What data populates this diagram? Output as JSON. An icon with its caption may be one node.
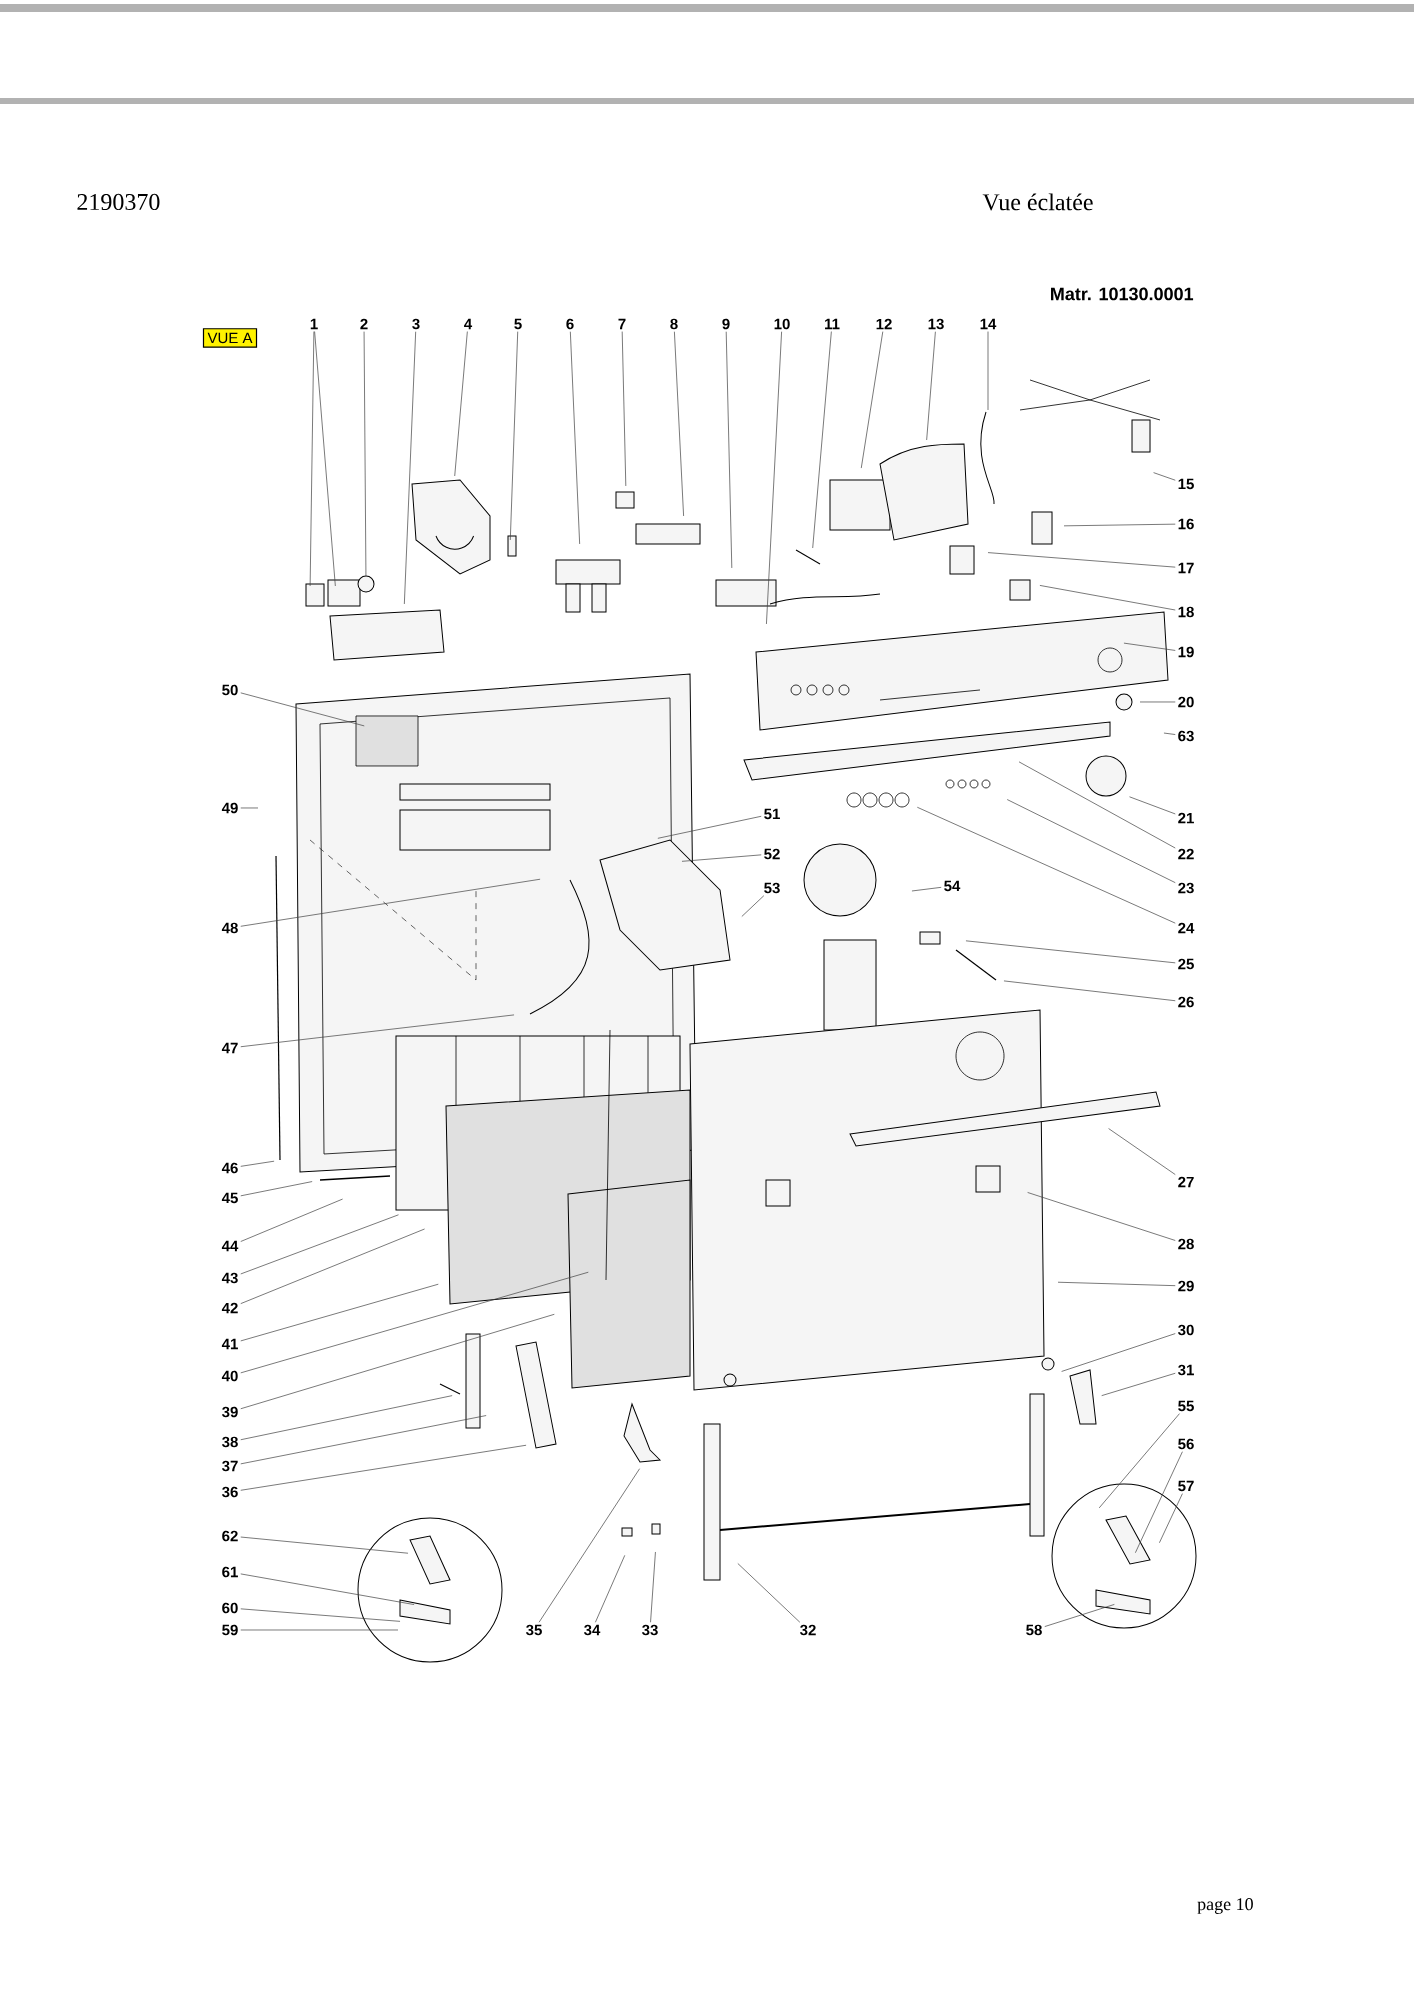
{
  "diagram": {
    "nodes": [
      {
        "text": [
          "VUE A"
        ]
      },
      {
        "text": [
          "1"
        ]
      },
      {
        "text": [
          "2"
        ]
      },
      {
        "text": [
          "3"
        ]
      },
      {
        "text": [
          "4"
        ]
      },
      {
        "text": [
          "5"
        ]
      },
      {
        "text": [
          "6"
        ]
      },
      {
        "text": [
          "7"
        ]
      },
      {
        "text": [
          "8"
        ]
      },
      {
        "text": [
          "9"
        ]
      },
      {
        "text": [
          "10"
        ]
      },
      {
        "text": [
          "11"
        ]
      },
      {
        "text": [
          "12"
        ]
      },
      {
        "text": [
          "13"
        ]
      },
      {
        "text": [
          "14"
        ]
      },
      {
        "text": [
          "15"
        ]
      },
      {
        "text": [
          "16"
        ]
      },
      {
        "text": [
          "17"
        ]
      },
      {
        "text": [
          "18"
        ]
      },
      {
        "text": [
          "19"
        ]
      },
      {
        "text": [
          "20"
        ]
      },
      {
        "text": [
          "21"
        ]
      },
      {
        "text": [
          "22"
        ]
      },
      {
        "text": [
          "23"
        ]
      },
      {
        "text": [
          "24"
        ]
      },
      {
        "text": [
          "25"
        ]
      },
      {
        "text": [
          "26"
        ]
      },
      {
        "text": [
          "27"
        ]
      },
      {
        "text": [
          "28"
        ]
      },
      {
        "text": [
          "29"
        ]
      },
      {
        "text": [
          "30"
        ]
      },
      {
        "text": [
          "31"
        ]
      },
      {
        "text": [
          "32"
        ]
      },
      {
        "text": [
          "33"
        ]
      },
      {
        "text": [
          "34"
        ]
      },
      {
        "text": [
          "35"
        ]
      },
      {
        "text": [
          "36"
        ]
      },
      {
        "text": [
          "37"
        ]
      },
      {
        "text": [
          "38"
        ]
      },
      {
        "text": [
          "39"
        ]
      },
      {
        "text": [
          "40"
        ]
      },
      {
        "text": [
          "41"
        ]
      },
      {
        "text": [
          "42"
        ]
      },
      {
        "text": [
          "43"
        ]
      },
      {
        "text": [
          "44"
        ]
      },
      {
        "text": [
          "45"
        ]
      },
      {
        "text": [
          "46"
        ]
      },
      {
        "text": [
          "47"
        ]
      },
      {
        "text": [
          "48"
        ]
      },
      {
        "text": [
          "49"
        ]
      },
      {
        "text": [
          "50"
        ]
      },
      {
        "text": [
          "51"
        ]
      },
      {
        "text": [
          "52"
        ]
      },
      {
        "text": [
          "53"
        ]
      },
      {
        "text": [
          "54"
        ]
      },
      {
        "text": [
          "55"
        ]
      },
      {
        "text": [
          "56"
        ]
      },
      {
        "text": [
          "57"
        ]
      },
      {
        "text": [
          "58"
        ]
      },
      {
        "text": [
          "59"
        ]
      },
      {
        "text": [
          "60"
        ]
      },
      {
        "text": [
          "61"
        ]
      },
      {
        "text": [
          "62"
        ]
      },
      {
        "text": [
          "63"
        ]
      }
    ],
    "edges": [
      {
        "from": 1,
        "to": null,
        "arrow": "none"
      },
      {
        "from": 1,
        "to": null,
        "arrow": "none"
      },
      {
        "from": 2,
        "to": null,
        "arrow": "none"
      },
      {
        "from": 3,
        "to": null,
        "arrow": "none"
      },
      {
        "from": 4,
        "to": null,
        "arrow": "none"
      },
      {
        "from": 5,
        "to": null,
        "arrow": "none"
      },
      {
        "from": 6,
        "to": null,
        "arrow": "none"
      },
      {
        "from": 7,
        "to": null,
        "arrow": "none"
      },
      {
        "from": 8,
        "to": null,
        "arrow": "none"
      },
      {
        "from": 9,
        "to": null,
        "arrow": "none"
      },
      {
        "from": 10,
        "to": null,
        "arrow": "none"
      },
      {
        "from": 11,
        "to": null,
        "arrow": "none"
      },
      {
        "from": 12,
        "to": null,
        "arrow": "none"
      },
      {
        "from": 13,
        "to": null,
        "arrow": "none"
      },
      {
        "from": 14,
        "to": null,
        "arrow": "none"
      },
      {
        "from": 15,
        "to": null,
        "arrow": "none"
      },
      {
        "from": 16,
        "to": null,
        "arrow": "none"
      },
      {
        "from": 17,
        "to": null,
        "arrow": "none"
      },
      {
        "from": 18,
        "to": null,
        "arrow": "none"
      },
      {
        "from": 19,
        "to": null,
        "arrow": "none"
      },
      {
        "from": 20,
        "to": null,
        "arrow": "none"
      },
      {
        "from": 21,
        "to": null,
        "arrow": "none"
      },
      {
        "from": 22,
        "to": null,
        "arrow": "none"
      },
      {
        "from": 23,
        "to": null,
        "arrow": "none"
      },
      {
        "from": 24,
        "to": null,
        "arrow": "none"
      },
      {
        "from": 25,
        "to": null,
        "arrow": "none"
      },
      {
        "from": 26,
        "to": null,
        "arrow": "none"
      },
      {
        "from": 27,
        "to": null,
        "arrow": "none"
      },
      {
        "from": 28,
        "to": null,
        "arrow": "none"
      },
      {
        "from": 29,
        "to": null,
        "arrow": "none"
      },
      {
        "from": 30,
        "to": null,
        "arrow": "none"
      },
      {
        "from": 31,
        "to": null,
        "arrow": "none"
      },
      {
        "from": 32,
        "to": null,
        "arrow": "none"
      },
      {
        "from": 33,
        "to": null,
        "arrow": "none"
      },
      {
        "from": 34,
        "to": null,
        "arrow": "none"
      },
      {
        "from": 35,
        "to": null,
        "arrow": "none"
      },
      {
        "from": 36,
        "to": null,
        "arrow": "none"
      },
      {
        "from": 37,
        "to": null,
        "arrow": "none"
      },
      {
        "from": 38,
        "to": null,
        "arrow": "none"
      },
      {
        "from": 39,
        "to": null,
        "arrow": "none"
      },
      {
        "from": 40,
        "to": null,
        "arrow": "none"
      },
      {
        "from": 41,
        "to": null,
        "arrow": "none"
      },
      {
        "from": 42,
        "to": null,
        "arrow": "none"
      },
      {
        "from": 43,
        "to": null,
        "arrow": "none"
      },
      {
        "from": 44,
        "to": null,
        "arrow": "none"
      },
      {
        "from": 45,
        "to": null,
        "arrow": "none"
      },
      {
        "from": 46,
        "to": null,
        "arrow": "none"
      },
      {
        "from": 47,
        "to": null,
        "arrow": "none"
      },
      {
        "from": 48,
        "to": null,
        "arrow": "none"
      },
      {
        "from": 49,
        "to": null,
        "arrow": "none"
      },
      {
        "from": 50,
        "to": null,
        "arrow": "none"
      },
      {
        "from": 51,
        "to": null,
        "arrow": "none"
      },
      {
        "from": 52,
        "to": null,
        "arrow": "none"
      },
      {
        "from": 53,
        "to": null,
        "arrow": "none"
      },
      {
        "from": 54,
        "to": null,
        "arrow": "none"
      },
      {
        "from": 55,
        "to": null,
        "arrow": "none"
      },
      {
        "from": 56,
        "to": null,
        "arrow": "none"
      },
      {
        "from": 57,
        "to": null,
        "arrow": "none"
      },
      {
        "from": 58,
        "to": null,
        "arrow": "none"
      },
      {
        "from": 59,
        "to": null,
        "arrow": "none"
      },
      {
        "from": 60,
        "to": null,
        "arrow": "none"
      },
      {
        "from": 61,
        "to": null,
        "arrow": "none"
      },
      {
        "from": 62,
        "to": null,
        "arrow": "none"
      },
      {
        "from": 63,
        "to": null,
        "arrow": "none"
      }
    ],
    "labels": [
      "2190370",
      "Vue éclatée",
      "Matr. 10130.0001",
      "page 10"
    ]
  }
}
